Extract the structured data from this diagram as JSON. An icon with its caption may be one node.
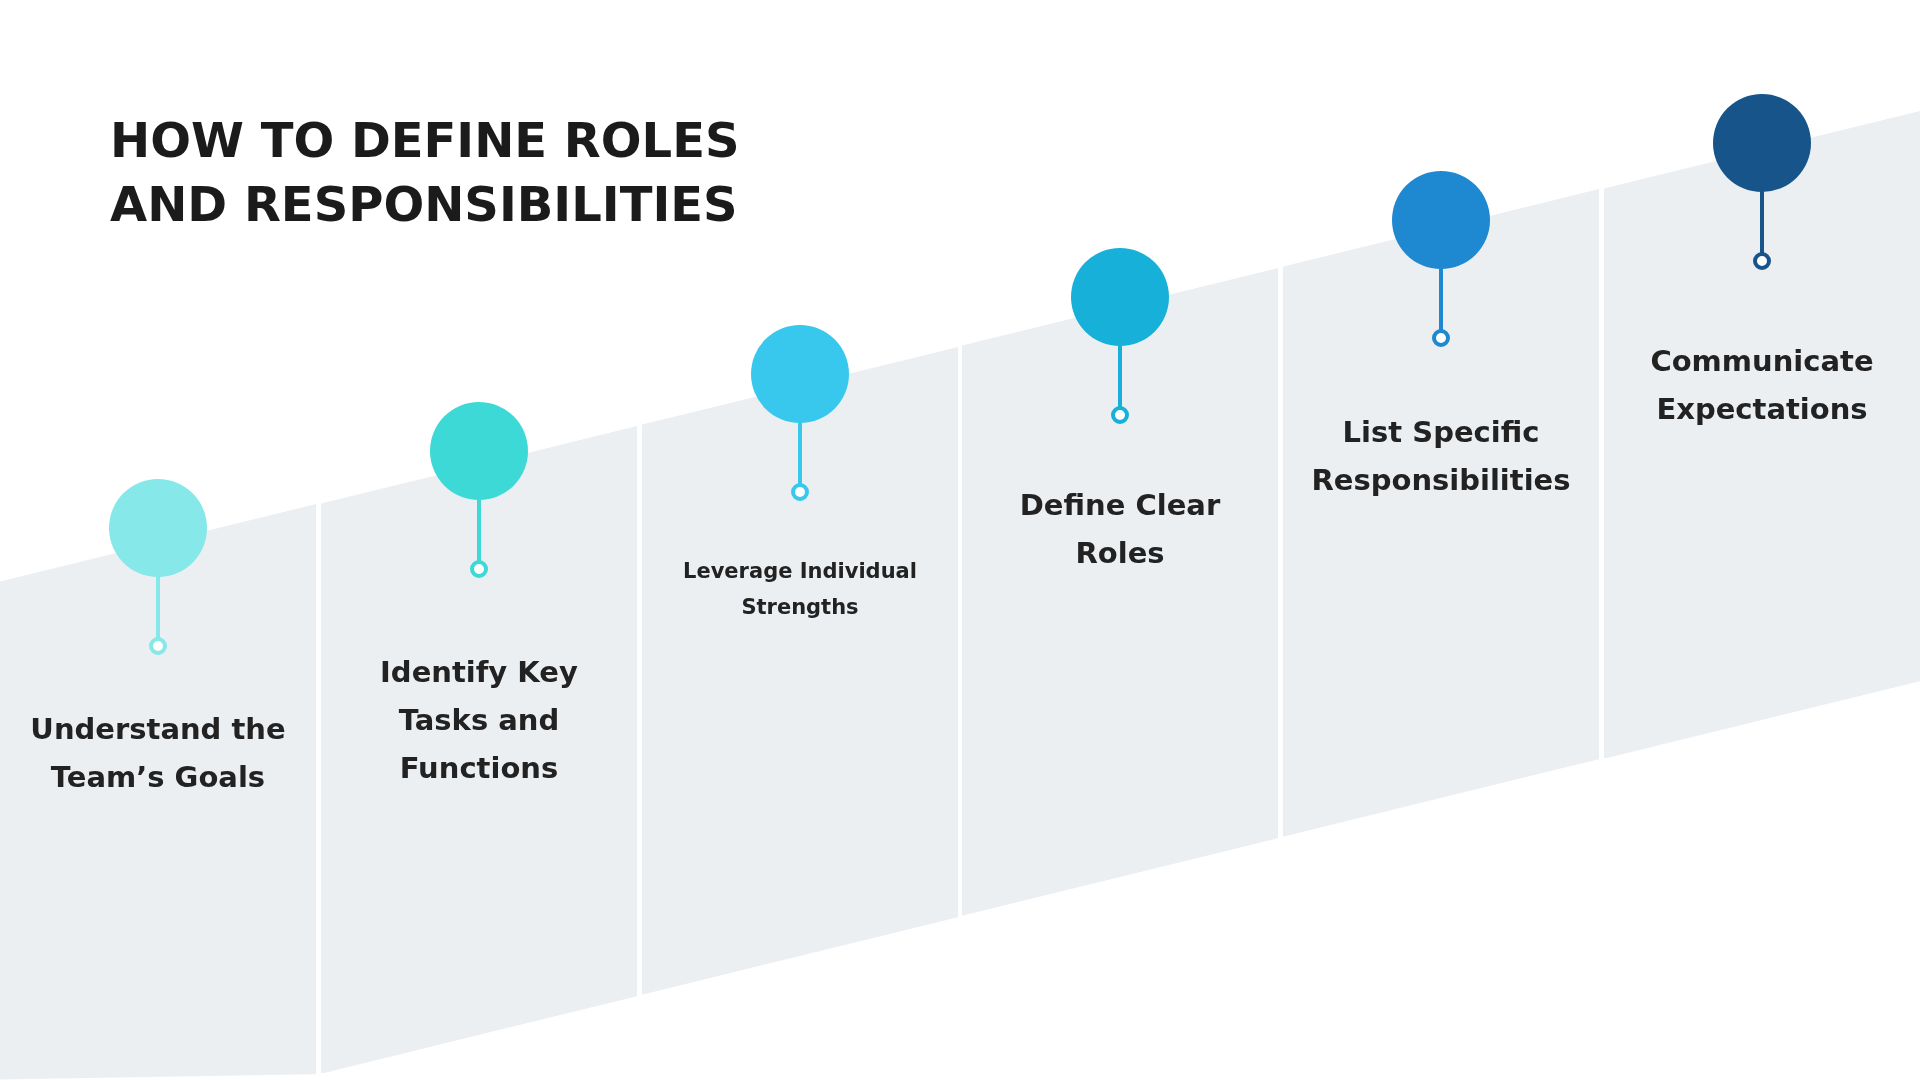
{
  "diagram": {
    "title": "HOW TO DEFINE ROLES AND RESPONSIBILITIES",
    "nodes": [
      {
        "text": [
          "Understand the Team’s Goals"
        ]
      },
      {
        "text": [
          "Identify Key Tasks and Functions"
        ]
      },
      {
        "text": [
          "Leverage Individual Strengths"
        ]
      },
      {
        "text": [
          "Define Clear Roles"
        ]
      },
      {
        "text": [
          "List Specific Responsibilities"
        ]
      },
      {
        "text": [
          "Communicate Expectations"
        ]
      }
    ]
  }
}
